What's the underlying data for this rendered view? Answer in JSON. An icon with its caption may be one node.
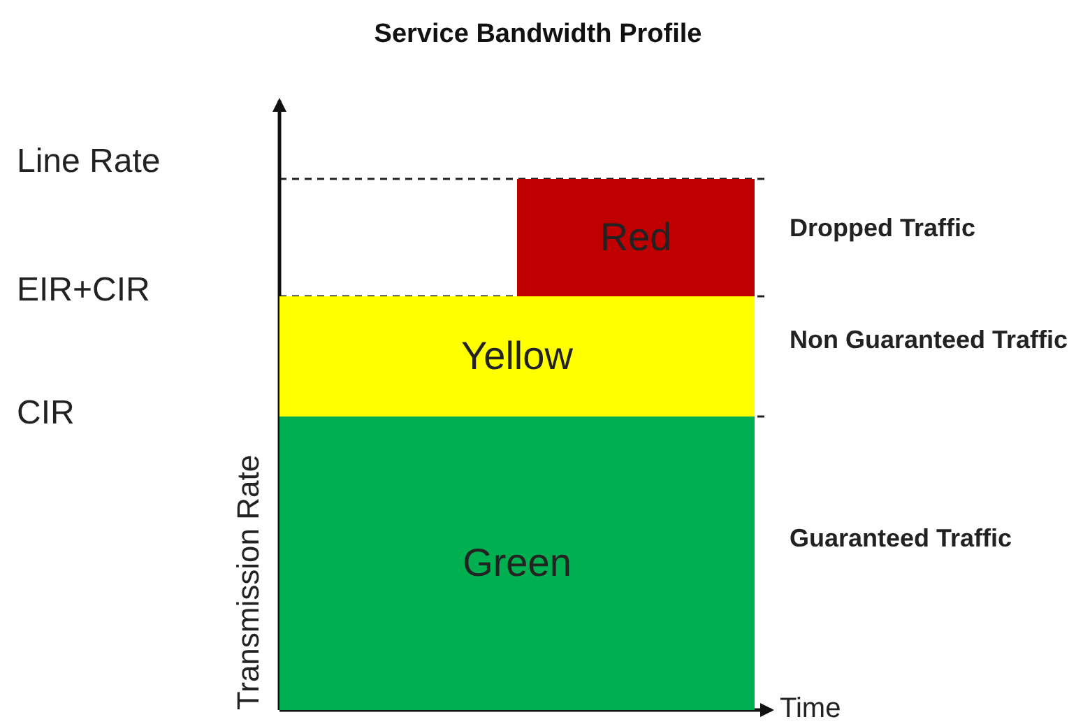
{
  "diagram": {
    "title": "Service Bandwidth Profile",
    "nodes": [
      {
        "text": [
          "Red"
        ]
      },
      {
        "text": [
          "Yellow"
        ]
      },
      {
        "text": [
          "Green"
        ]
      }
    ],
    "labels": [
      "Line Rate",
      "Dropped Traffic",
      "EIR+CIR",
      "Non Guaranteed Traffic",
      "CIR",
      "Transmission Rate",
      "Guaranteed Traffic",
      "Time"
    ]
  }
}
